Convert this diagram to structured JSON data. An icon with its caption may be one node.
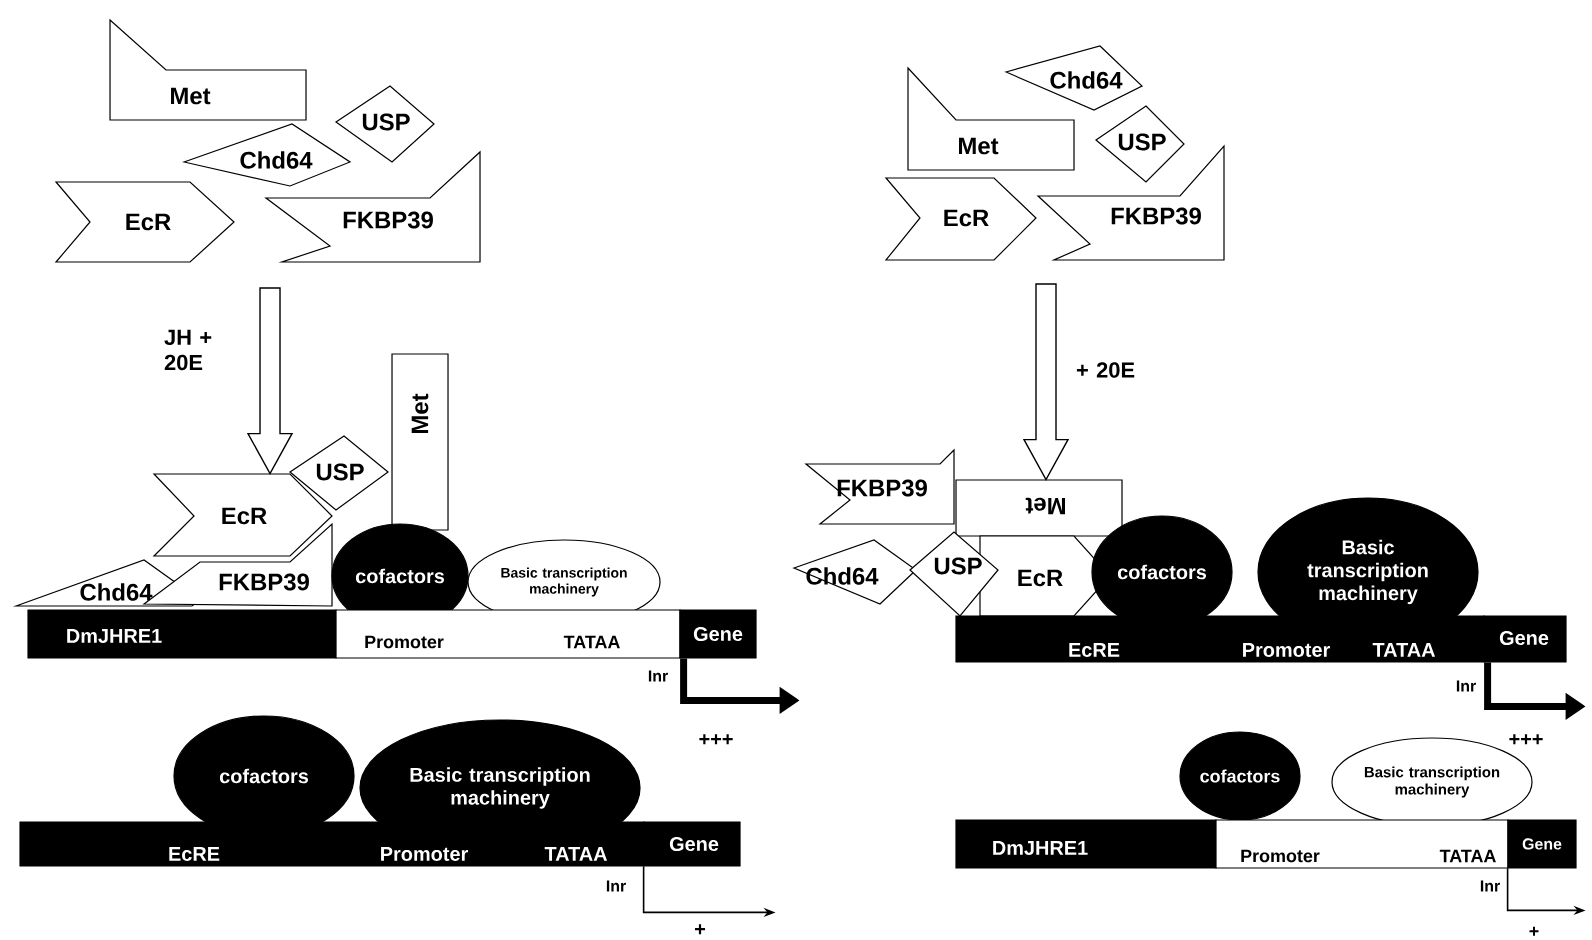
{
  "diagram": {
    "nodes": [
      {
        "text": [
          "Met"
        ]
      },
      {
        "text": [
          "USP"
        ]
      },
      {
        "text": [
          "Chd64"
        ]
      },
      {
        "text": [
          "EcR"
        ]
      },
      {
        "text": [
          "FKBP39"
        ]
      },
      {
        "text": [
          "Chd64"
        ]
      },
      {
        "text": [
          "Met"
        ]
      },
      {
        "text": [
          "USP"
        ]
      },
      {
        "text": [
          "EcR"
        ]
      },
      {
        "text": [
          "FKBP39"
        ]
      },
      {
        "text": [
          "USP"
        ]
      },
      {
        "text": [
          "Met"
        ]
      },
      {
        "text": [
          "EcR"
        ]
      },
      {
        "text": [
          "Chd64"
        ]
      },
      {
        "text": [
          "FKBP39"
        ]
      },
      {
        "text": [
          "cofactors"
        ]
      },
      {
        "text": [
          "Basic transcription machinery"
        ]
      },
      {
        "text": [
          "DmJHRE1"
        ]
      },
      {
        "text": [
          "Promoter",
          "TATAA"
        ]
      },
      {
        "text": [
          "Gene"
        ]
      },
      {
        "text": [
          "FKBP39"
        ]
      },
      {
        "text": [
          "Met"
        ]
      },
      {
        "text": [
          "Chd64"
        ]
      },
      {
        "text": [
          "USP"
        ]
      },
      {
        "text": [
          "EcR"
        ]
      },
      {
        "text": [
          "cofactors"
        ]
      },
      {
        "text": [
          "Basic transcription machinery"
        ]
      },
      {
        "text": [
          "EcRE",
          "Promoter",
          "TATAA"
        ]
      },
      {
        "text": [
          "Gene"
        ]
      },
      {
        "text": [
          "cofactors"
        ]
      },
      {
        "text": [
          "Basic transcription machinery"
        ]
      },
      {
        "text": [
          "EcRE",
          "Promoter",
          "TATAA"
        ]
      },
      {
        "text": [
          "Gene"
        ]
      },
      {
        "text": [
          "cofactors"
        ]
      },
      {
        "text": [
          "Basic transcription machinery"
        ]
      },
      {
        "text": [
          "DmJHRE1"
        ]
      },
      {
        "text": [
          "Promoter",
          "TATAA"
        ]
      },
      {
        "text": [
          "Gene"
        ]
      }
    ],
    "edges": [
      {
        "from": null,
        "to": 12,
        "arrow": "to",
        "label": "JH + 20E"
      },
      {
        "from": null,
        "to": 21,
        "arrow": "to",
        "label": "+ 20E"
      },
      {
        "from": 19,
        "to": null,
        "arrow": "to",
        "style": "thick"
      },
      {
        "from": 28,
        "to": null,
        "arrow": "to",
        "style": "thick"
      },
      {
        "from": 32,
        "to": null,
        "arrow": "to"
      },
      {
        "from": 37,
        "to": null,
        "arrow": "to"
      }
    ],
    "labels": [
      "Inr",
      "+++",
      "Inr",
      "+++",
      "Inr",
      "+",
      "Inr",
      "+"
    ]
  }
}
